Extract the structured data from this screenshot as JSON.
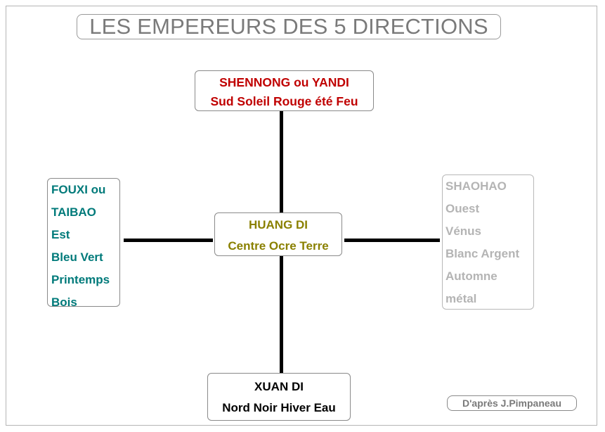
{
  "title": "LES EMPEREURS DES 5 DIRECTIONS",
  "nodes": {
    "north": {
      "lines": [
        "SHENNONG ou YANDI",
        "Sud Soleil Rouge été Feu"
      ],
      "color": "#c00000"
    },
    "center": {
      "lines": [
        "HUANG DI",
        "Centre Ocre Terre"
      ],
      "color": "#8a8000"
    },
    "south": {
      "lines": [
        "XUAN DI",
        "Nord Noir Hiver Eau"
      ],
      "color": "#000000"
    },
    "east": {
      "lines": [
        "FOUXI ou",
        "TAIBAO",
        "Est",
        "Bleu Vert",
        "Printemps",
        "Bois"
      ],
      "color": "#007a7a"
    },
    "west": {
      "lines": [
        "SHAOHAO",
        "Ouest",
        "Vénus",
        "Blanc Argent",
        "Automne",
        "métal"
      ],
      "color": "#b4b4b4"
    }
  },
  "credit": "D'après J.Pimpaneau"
}
